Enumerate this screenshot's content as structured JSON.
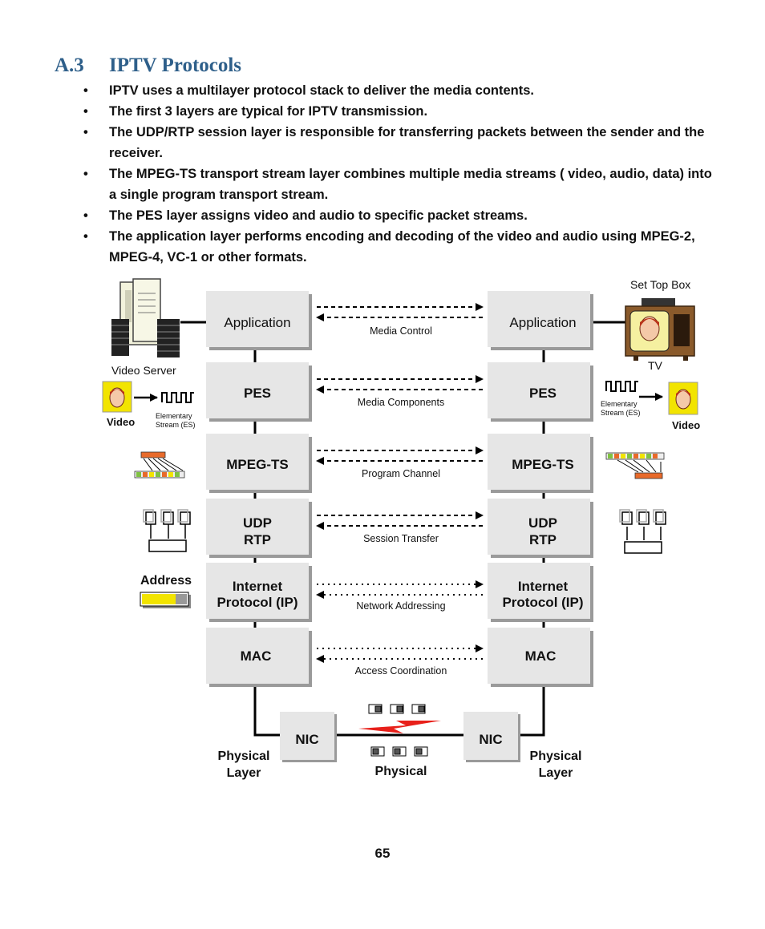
{
  "section": {
    "number": "A.3",
    "title": "IPTV Protocols"
  },
  "bullets": [
    "IPTV uses a multilayer protocol stack to deliver the media contents.",
    "The first 3 layers are typical for IPTV transmission.",
    "The  UDP/RTP session layer is responsible for  transferring packets between the sender and the receiver.",
    "The MPEG-TS transport stream layer combines multiple media streams ( video, audio, data) into a single program transport stream.",
    "The PES layer assigns video and audio to specific packet streams.",
    "The application layer  performs  encoding and decoding of  the video and audio  using MPEG-2, MPEG-4, VC-1 or other formats."
  ],
  "diagram": {
    "layers": {
      "application": "Application",
      "pes": "PES",
      "mpegts": "MPEG-TS",
      "udp": "UDP",
      "rtp": "RTP",
      "internet": "Internet",
      "protocol_ip": "Protocol (IP)",
      "mac": "MAC",
      "nic": "NIC"
    },
    "links": {
      "media_control": "Media Control",
      "media_components": "Media Components",
      "program_channel": "Program Channel",
      "session_transfer": "Session Transfer",
      "network_addressing": "Network Addressing",
      "access_coordination": "Access Coordination"
    },
    "labels": {
      "video_server": "Video Server",
      "set_top_box": "Set Top Box",
      "tv": "TV",
      "video": "Video",
      "elementary": "Elementary",
      "stream_es": "Stream (ES)",
      "address": "Address",
      "physical": "Physical",
      "layer": "Layer"
    }
  },
  "page_number": "65"
}
